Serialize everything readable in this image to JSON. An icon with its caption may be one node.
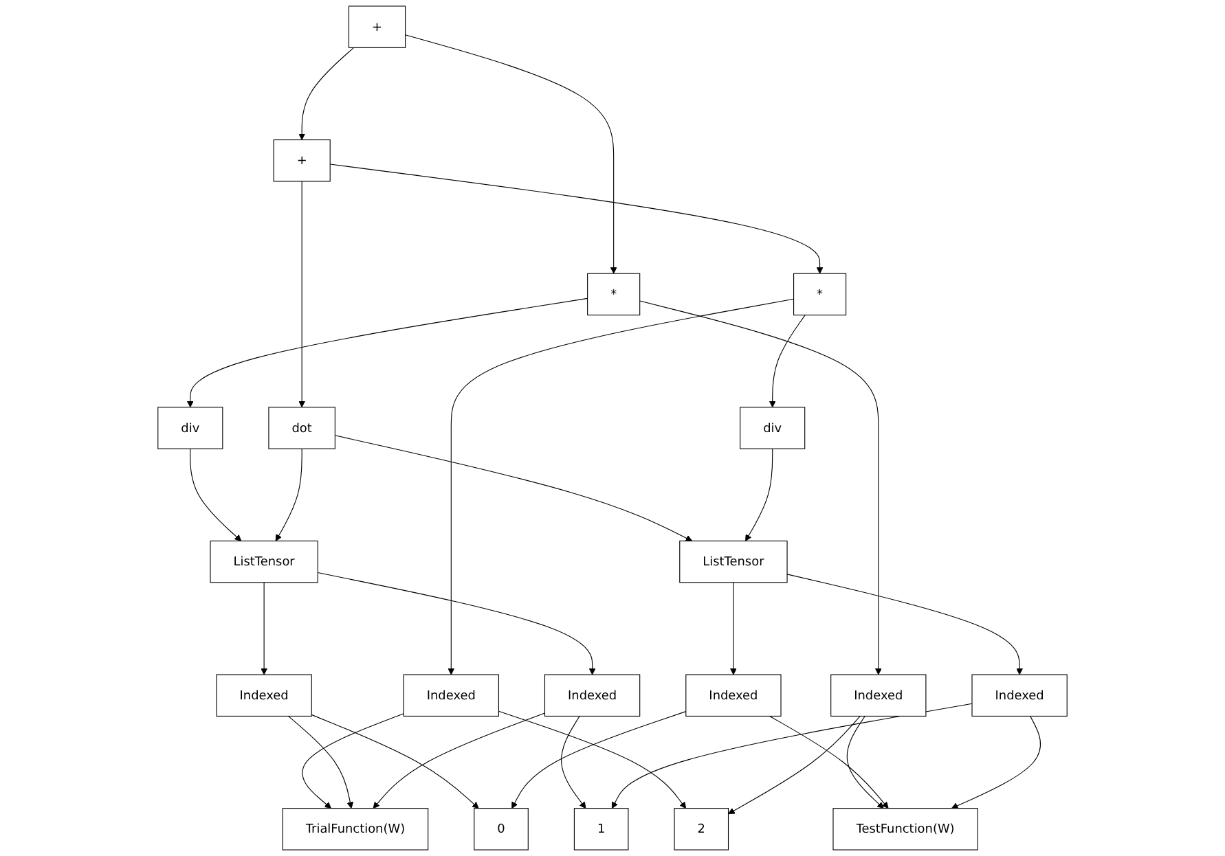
{
  "diagram": {
    "nodes": [
      {
        "text": [
          "+"
        ]
      },
      {
        "text": [
          "+"
        ]
      },
      {
        "text": [
          "*"
        ]
      },
      {
        "text": [
          "*"
        ]
      },
      {
        "text": [
          "div"
        ]
      },
      {
        "text": [
          "Indexed"
        ]
      },
      {
        "text": [
          "dot"
        ]
      },
      {
        "text": [
          "Indexed"
        ]
      },
      {
        "text": [
          "div"
        ]
      },
      {
        "text": [
          "ListTensor"
        ]
      },
      {
        "text": [
          "2"
        ]
      },
      {
        "text": [
          "ListTensor"
        ]
      },
      {
        "text": [
          "Indexed"
        ]
      },
      {
        "text": [
          "Indexed"
        ]
      },
      {
        "text": [
          "Indexed"
        ]
      },
      {
        "text": [
          "Indexed"
        ]
      },
      {
        "text": [
          "TrialFunction(W)"
        ]
      },
      {
        "text": [
          "0"
        ]
      },
      {
        "text": [
          "1"
        ]
      },
      {
        "text": [
          "TestFunction(W)"
        ]
      }
    ],
    "edges": [
      {
        "from": 0,
        "to": 2,
        "arrow": "to"
      },
      {
        "from": 0,
        "to": 1,
        "arrow": "to"
      },
      {
        "from": 1,
        "to": 3,
        "arrow": "to"
      },
      {
        "from": 1,
        "to": 6,
        "arrow": "to"
      },
      {
        "from": 2,
        "to": 4,
        "arrow": "to"
      },
      {
        "from": 2,
        "to": 7,
        "arrow": "to"
      },
      {
        "from": 3,
        "to": 5,
        "arrow": "to"
      },
      {
        "from": 3,
        "to": 8,
        "arrow": "to"
      },
      {
        "from": 4,
        "to": 9,
        "arrow": "to"
      },
      {
        "from": 5,
        "to": 16,
        "arrow": "to"
      },
      {
        "from": 5,
        "to": 10,
        "arrow": "to"
      },
      {
        "from": 6,
        "to": 9,
        "arrow": "to"
      },
      {
        "from": 6,
        "to": 11,
        "arrow": "to"
      },
      {
        "from": 7,
        "to": 10,
        "arrow": "to"
      },
      {
        "from": 7,
        "to": 19,
        "arrow": "to"
      },
      {
        "from": 8,
        "to": 11,
        "arrow": "to"
      },
      {
        "from": 9,
        "to": 12,
        "arrow": "to"
      },
      {
        "from": 9,
        "to": 13,
        "arrow": "to"
      },
      {
        "from": 11,
        "to": 14,
        "arrow": "to"
      },
      {
        "from": 11,
        "to": 15,
        "arrow": "to"
      },
      {
        "from": 12,
        "to": 16,
        "arrow": "to"
      },
      {
        "from": 12,
        "to": 17,
        "arrow": "to"
      },
      {
        "from": 13,
        "to": 16,
        "arrow": "to"
      },
      {
        "from": 13,
        "to": 18,
        "arrow": "to"
      },
      {
        "from": 14,
        "to": 17,
        "arrow": "to"
      },
      {
        "from": 14,
        "to": 19,
        "arrow": "to"
      },
      {
        "from": 15,
        "to": 18,
        "arrow": "to"
      },
      {
        "from": 15,
        "to": 19,
        "arrow": "to"
      }
    ]
  }
}
